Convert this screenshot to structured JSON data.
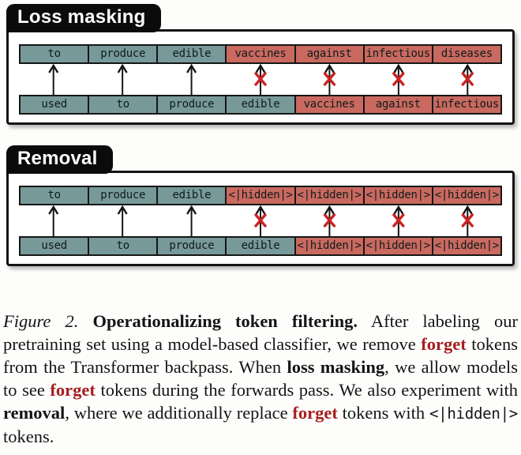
{
  "colors": {
    "keep_token_bg": "#78999A",
    "forget_token_bg": "#C9695F",
    "token_border": "#161616",
    "token_text": "#0E1B1B",
    "arrow_black": "#151515",
    "cross_red": "#CC2222",
    "caption_red": "#A61E1E",
    "tab_bg": "#0B0B0B",
    "tab_text": "#FFFFFF"
  },
  "panels": [
    {
      "title": "Loss masking",
      "top_tokens": [
        {
          "text": "to",
          "type": "keep"
        },
        {
          "text": "produce",
          "type": "keep"
        },
        {
          "text": "edible",
          "type": "keep"
        },
        {
          "text": "vaccines",
          "type": "forget"
        },
        {
          "text": "against",
          "type": "forget"
        },
        {
          "text": "infectious",
          "type": "forget"
        },
        {
          "text": "diseases",
          "type": "forget"
        }
      ],
      "arrows": [
        "plain",
        "plain",
        "plain",
        "crossed",
        "crossed",
        "crossed",
        "crossed"
      ],
      "bottom_tokens": [
        {
          "text": "used",
          "type": "keep"
        },
        {
          "text": "to",
          "type": "keep"
        },
        {
          "text": "produce",
          "type": "keep"
        },
        {
          "text": "edible",
          "type": "keep"
        },
        {
          "text": "vaccines",
          "type": "forget"
        },
        {
          "text": "against",
          "type": "forget"
        },
        {
          "text": "infectious",
          "type": "forget"
        }
      ]
    },
    {
      "title": "Removal",
      "top_tokens": [
        {
          "text": "to",
          "type": "keep"
        },
        {
          "text": "produce",
          "type": "keep"
        },
        {
          "text": "edible",
          "type": "keep"
        },
        {
          "text": "<|hidden|>",
          "type": "forget"
        },
        {
          "text": "<|hidden|>",
          "type": "forget"
        },
        {
          "text": "<|hidden|>",
          "type": "forget"
        },
        {
          "text": "<|hidden|>",
          "type": "forget"
        }
      ],
      "arrows": [
        "plain",
        "plain",
        "plain",
        "crossed",
        "crossed",
        "crossed",
        "crossed"
      ],
      "bottom_tokens": [
        {
          "text": "used",
          "type": "keep"
        },
        {
          "text": "to",
          "type": "keep"
        },
        {
          "text": "produce",
          "type": "keep"
        },
        {
          "text": "edible",
          "type": "keep"
        },
        {
          "text": "<|hidden|>",
          "type": "forget"
        },
        {
          "text": "<|hidden|>",
          "type": "forget"
        },
        {
          "text": "<|hidden|>",
          "type": "forget"
        }
      ]
    }
  ],
  "caption": {
    "segments": [
      {
        "text": "Figure 2. ",
        "style": "italic"
      },
      {
        "text": "Operationalizing token filtering.",
        "style": "bold"
      },
      {
        "text": " After labeling our pretraining set using a model-based classifier, we remove ",
        "style": "normal"
      },
      {
        "text": "forget",
        "style": "red-bold"
      },
      {
        "text": " tokens from the Transformer backpass. When ",
        "style": "normal"
      },
      {
        "text": "loss masking",
        "style": "bold"
      },
      {
        "text": ", we allow models to see ",
        "style": "normal"
      },
      {
        "text": "forget",
        "style": "red-bold"
      },
      {
        "text": " tokens during the forwards pass. We also experiment with ",
        "style": "normal"
      },
      {
        "text": "removal",
        "style": "bold"
      },
      {
        "text": ", where we additionally replace ",
        "style": "normal"
      },
      {
        "text": "forget",
        "style": "red-bold"
      },
      {
        "text": " tokens with ",
        "style": "normal"
      },
      {
        "text": "<|hidden|>",
        "style": "mono"
      },
      {
        "text": " tokens.",
        "style": "normal"
      }
    ]
  }
}
